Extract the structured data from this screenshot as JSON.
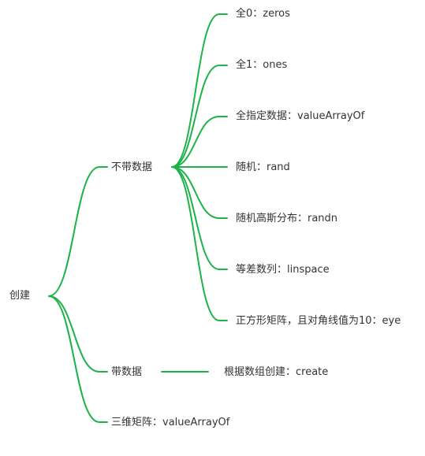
{
  "mindmap": {
    "line_color": "#1db349",
    "text_color": "#333333",
    "root": {
      "label": "创建"
    },
    "branches": [
      {
        "label": "不带数据",
        "children": [
          {
            "label": "全0：zeros"
          },
          {
            "label": "全1：ones"
          },
          {
            "label": "全指定数据：valueArrayOf"
          },
          {
            "label": "随机：rand"
          },
          {
            "label": "随机高斯分布：randn"
          },
          {
            "label": "等差数列：linspace"
          },
          {
            "label": "正方形矩阵，且对角线值为10：eye"
          }
        ]
      },
      {
        "label": "带数据",
        "children": [
          {
            "label": "根据数组创建：create"
          }
        ]
      },
      {
        "label": "三维矩阵：valueArrayOf",
        "children": []
      }
    ]
  }
}
